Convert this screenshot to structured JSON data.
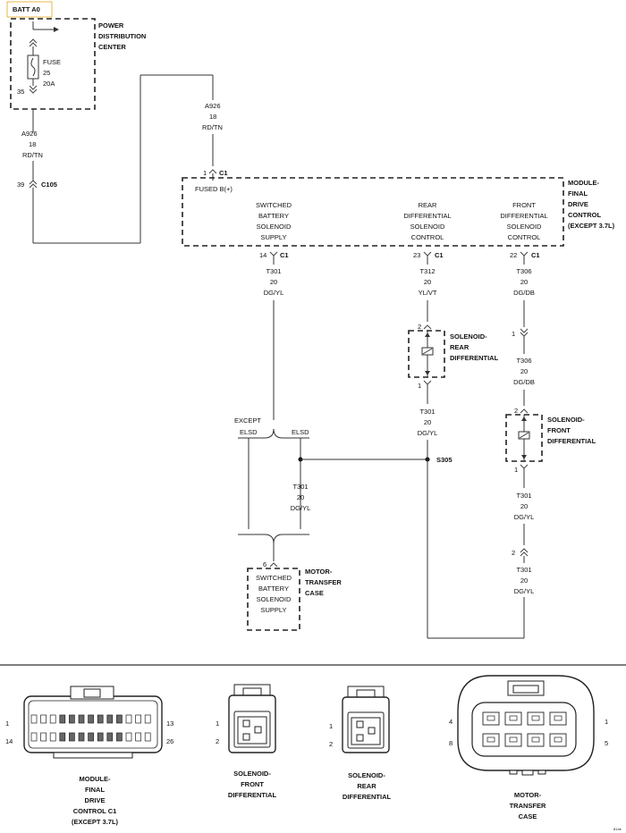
{
  "source": {
    "label": "BATT A0",
    "border_color": "#e6b84a"
  },
  "pdc": {
    "title": [
      "POWER",
      "DISTRIBUTION",
      "CENTER"
    ],
    "fuse": [
      "FUSE",
      "25",
      "20A"
    ],
    "pin_out": "35"
  },
  "wire_a926_left": [
    "A926",
    "18",
    "RD/TN"
  ],
  "c105": {
    "pin": "39",
    "name": "C105"
  },
  "wire_a926_top": [
    "A926",
    "18",
    "RD/TN"
  ],
  "module": {
    "c1_top": {
      "pin": "1",
      "name": "C1"
    },
    "fused_label": "FUSED B(+)",
    "title": [
      "MODULE-",
      "FINAL",
      "DRIVE",
      "CONTROL",
      "(EXCEPT 3.7L)"
    ],
    "functions": [
      [
        "SWITCHED",
        "BATTERY",
        "SOLENOID",
        "SUPPLY"
      ],
      [
        "REAR",
        "DIFFERENTIAL",
        "SOLENOID",
        "CONTROL"
      ],
      [
        "FRONT",
        "DIFFERENTIAL",
        "SOLENOID",
        "CONTROL"
      ]
    ],
    "pins_bottom": [
      {
        "pin": "14",
        "name": "C1"
      },
      {
        "pin": "23",
        "name": "C1"
      },
      {
        "pin": "22",
        "name": "C1"
      }
    ]
  },
  "wires": {
    "t301_a": [
      "T301",
      "20",
      "DG/YL"
    ],
    "t312": [
      "T312",
      "20",
      "YL/VT"
    ],
    "t306_a": [
      "T306",
      "20",
      "DG/DB"
    ],
    "t306_b": [
      "T306",
      "20",
      "DG/DB"
    ],
    "t301_b": [
      "T301",
      "20",
      "DG/YL"
    ],
    "t301_c": [
      "T301",
      "20",
      "DG/YL"
    ],
    "t301_d": [
      "T301",
      "20",
      "DG/YL"
    ],
    "t301_e": [
      "T301",
      "20",
      "DG/YL"
    ]
  },
  "inline_pins": {
    "t306_inline": "1",
    "front_inline": "2"
  },
  "solenoid_rear": {
    "title": [
      "SOLENOID-",
      "REAR",
      "DIFFERENTIAL"
    ],
    "pin_top": "2",
    "pin_bottom": "1"
  },
  "solenoid_front": {
    "title": [
      "SOLENOID-",
      "FRONT",
      "DIFFERENTIAL"
    ],
    "pin_top": "2",
    "pin_bottom": "1"
  },
  "options": {
    "except": [
      "EXCEPT",
      "ELSD"
    ],
    "elsd": "ELSD"
  },
  "splice": "S305",
  "transfer_case": {
    "pin": "6",
    "function": [
      "SWITCHED",
      "BATTERY",
      "SOLENOID",
      "SUPPLY"
    ],
    "title": [
      "MOTOR-",
      "TRANSFER",
      "CASE"
    ]
  },
  "connectors": [
    {
      "pins_left": [
        "1",
        "14"
      ],
      "pins_right": [
        "13",
        "26"
      ],
      "label": [
        "MODULE-",
        "FINAL",
        "DRIVE",
        "CONTROL C1",
        "(EXCEPT 3.7L)"
      ]
    },
    {
      "pins_left": [
        "1",
        "2"
      ],
      "label": [
        "SOLENOID-",
        "FRONT",
        "DIFFERENTIAL"
      ]
    },
    {
      "pins_left": [
        "1",
        "2"
      ],
      "label": [
        "SOLENOID-",
        "REAR",
        "DIFFERENTIAL"
      ]
    },
    {
      "pins_left": [
        "4",
        "8"
      ],
      "pins_right": [
        "1",
        "5"
      ],
      "label": [
        "MOTOR-",
        "TRANSFER",
        "CASE"
      ]
    }
  ],
  "figure_id": "814e"
}
